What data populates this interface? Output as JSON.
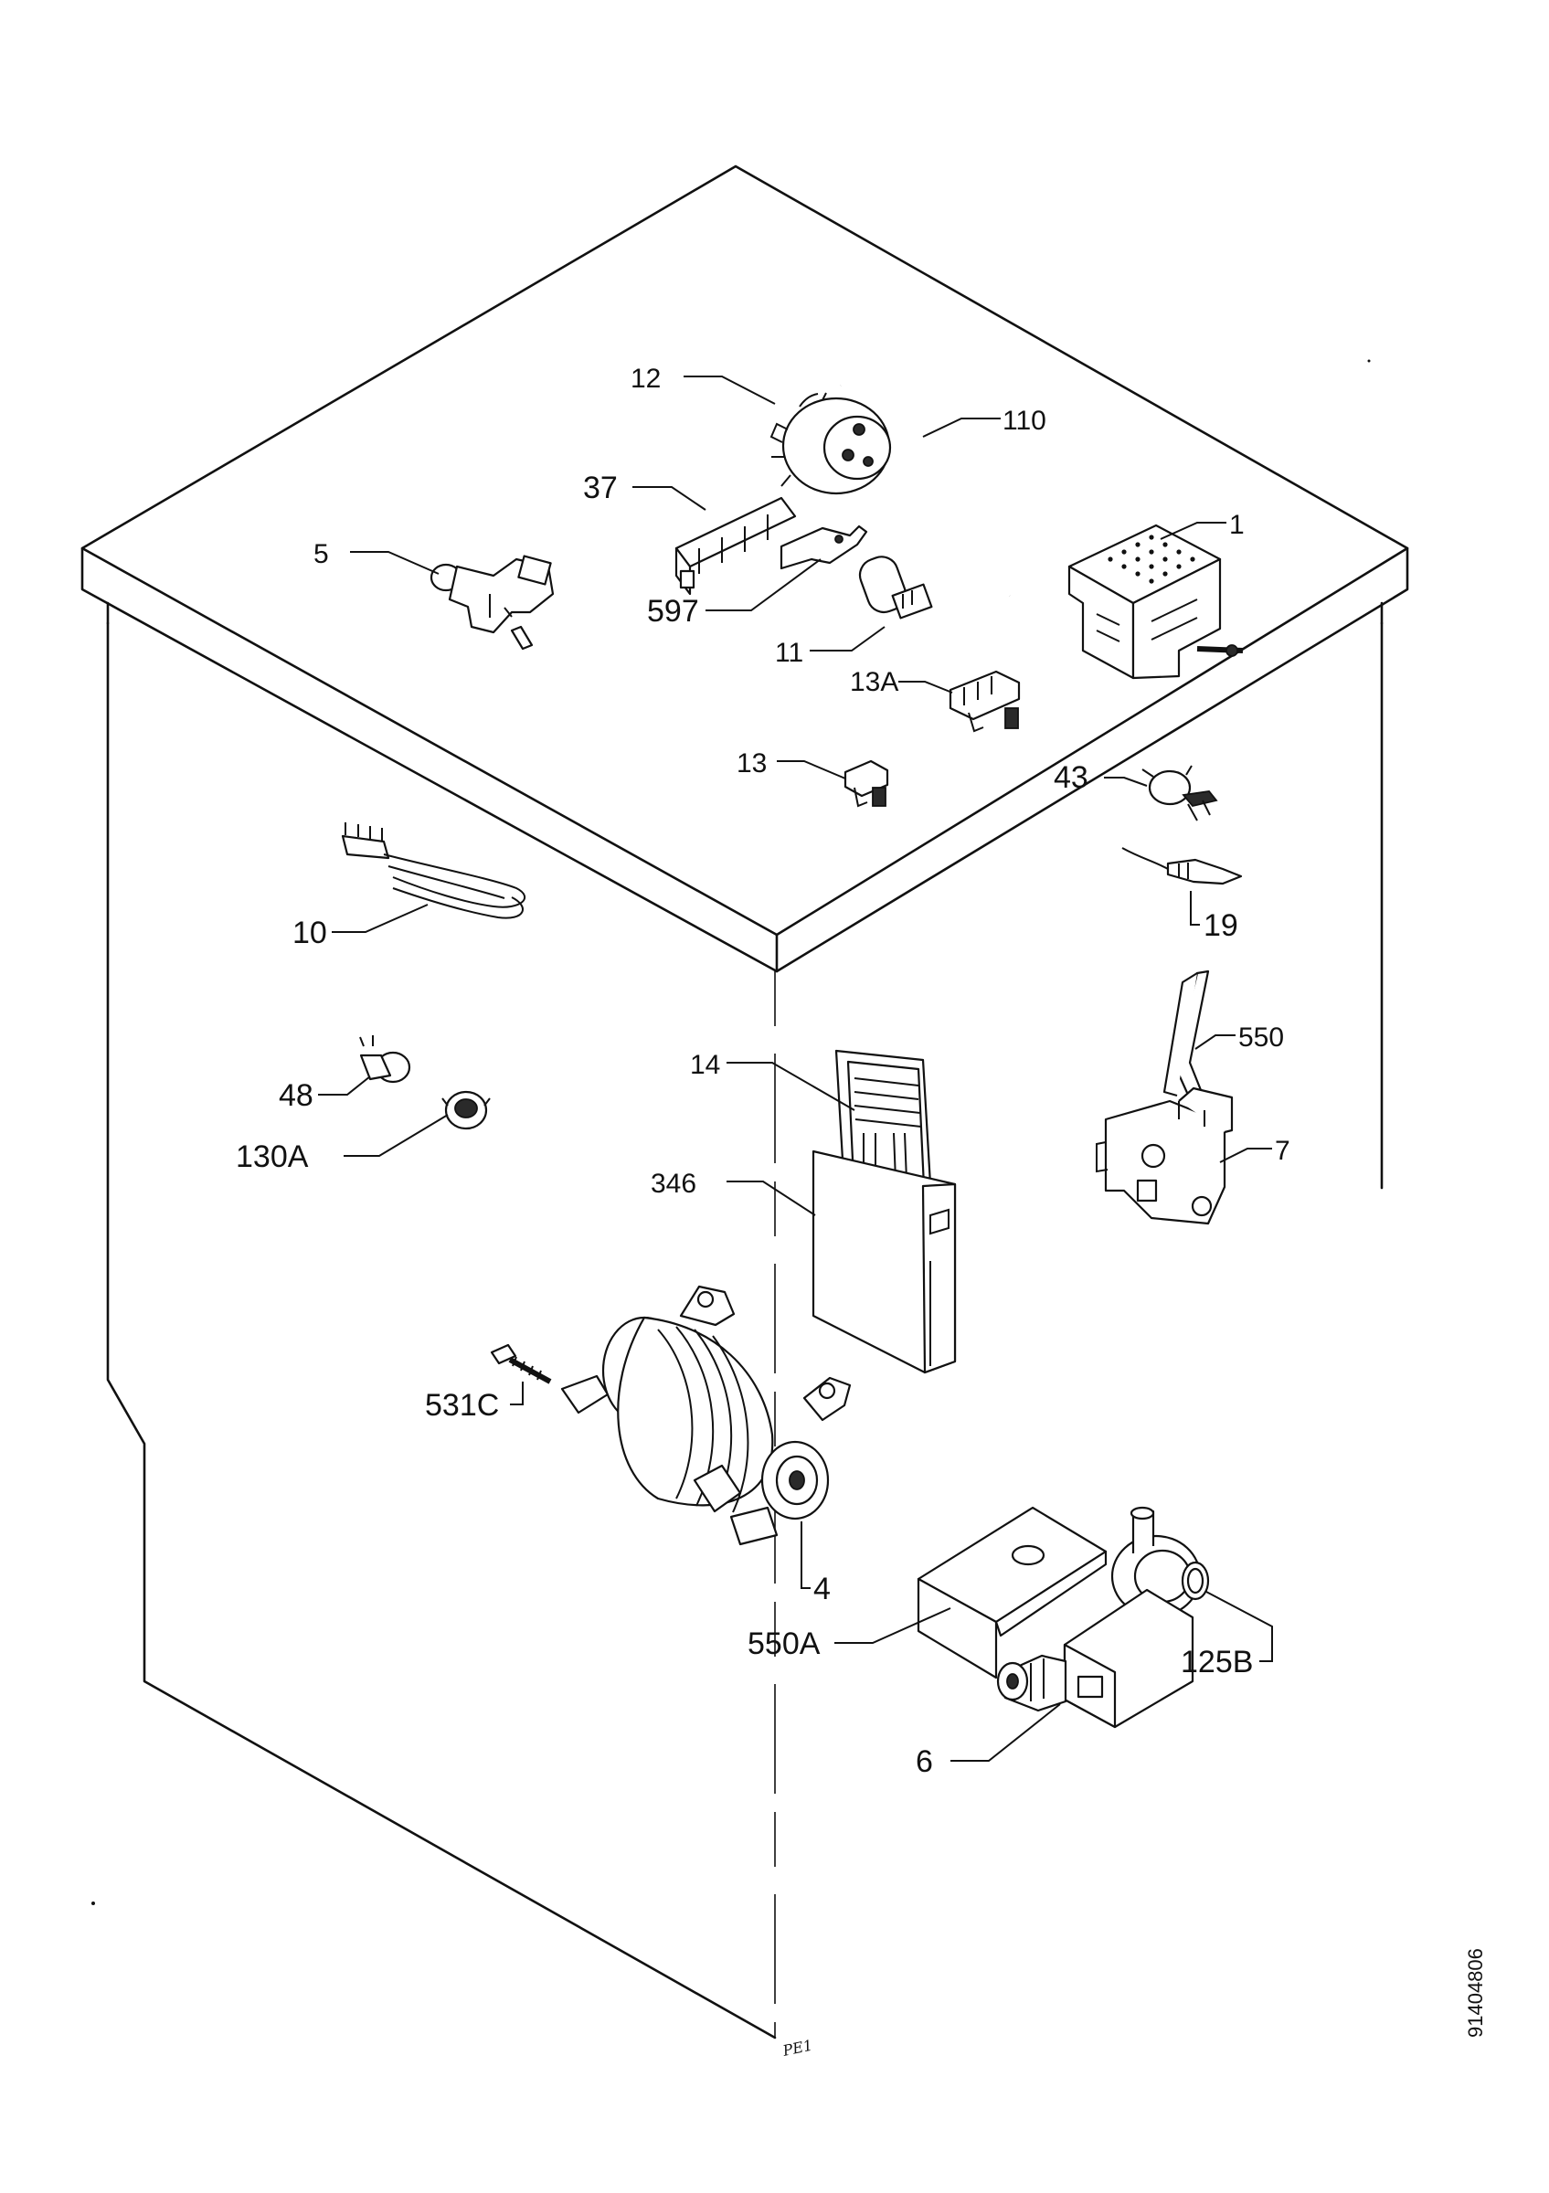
{
  "labels": {
    "l1": "1",
    "l4": "4",
    "l5": "5",
    "l6": "6",
    "l7": "7",
    "l10": "10",
    "l11": "11",
    "l12": "12",
    "l13": "13",
    "l13a": "13A",
    "l14": "14",
    "l19": "19",
    "l37": "37",
    "l43": "43",
    "l48": "48",
    "l110": "110",
    "l130a": "130A",
    "l346": "346",
    "l531c": "531C",
    "l550": "550",
    "l550a": "550A",
    "l597": "597",
    "l125b": "125B"
  },
  "drawing_code": "91404806",
  "signature": "PE1"
}
